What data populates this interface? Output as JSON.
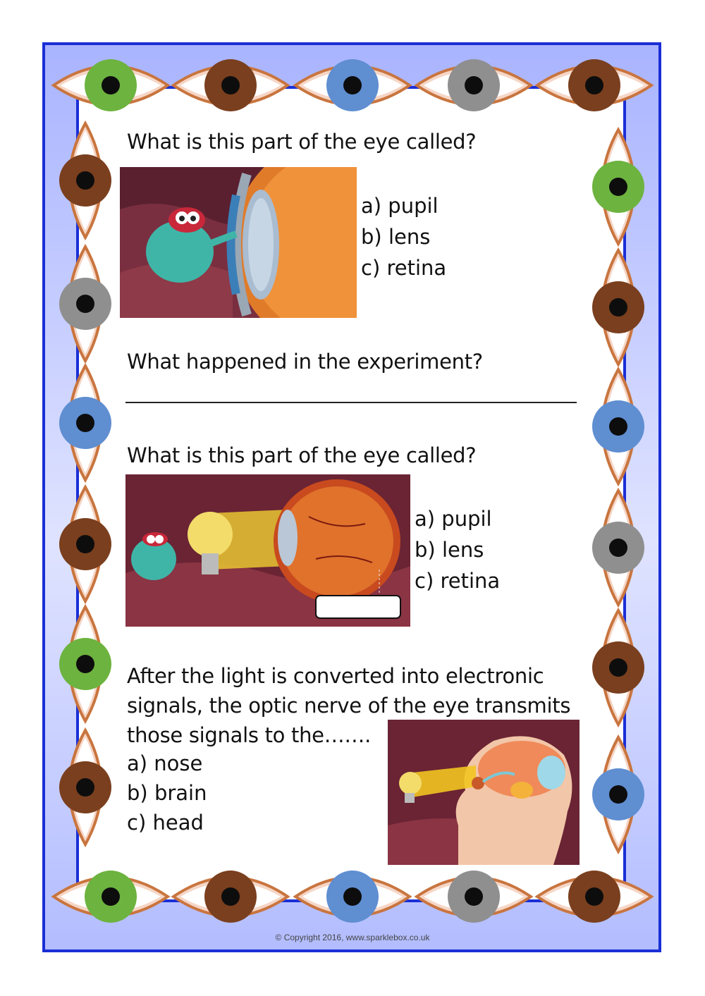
{
  "border": {
    "frame_color": "#1a2fd6",
    "iris_colors": {
      "green": "#6db33f",
      "brown": "#7a3f1e",
      "blue": "#5f8ed1",
      "gray": "#8f8f8f"
    }
  },
  "q1": {
    "question": "What is this part of the eye called?",
    "options": [
      "a) pupil",
      "b) lens",
      "c) retina"
    ]
  },
  "q2": {
    "question": "What happened in the experiment?",
    "answer_line": ""
  },
  "q3": {
    "question": "What is this part of the eye called?",
    "options": [
      "a) pupil",
      "b) lens",
      "c) retina"
    ],
    "answer_box": ""
  },
  "q4": {
    "question_lines": [
      "After the light is converted into electronic",
      "signals, the optic nerve of the eye transmits",
      "those signals to the……."
    ],
    "options": [
      "a) nose",
      "b) brain",
      "c) head"
    ]
  },
  "footer": {
    "copyright": "© Copyright 2016, www.sparklebox.co.uk"
  }
}
